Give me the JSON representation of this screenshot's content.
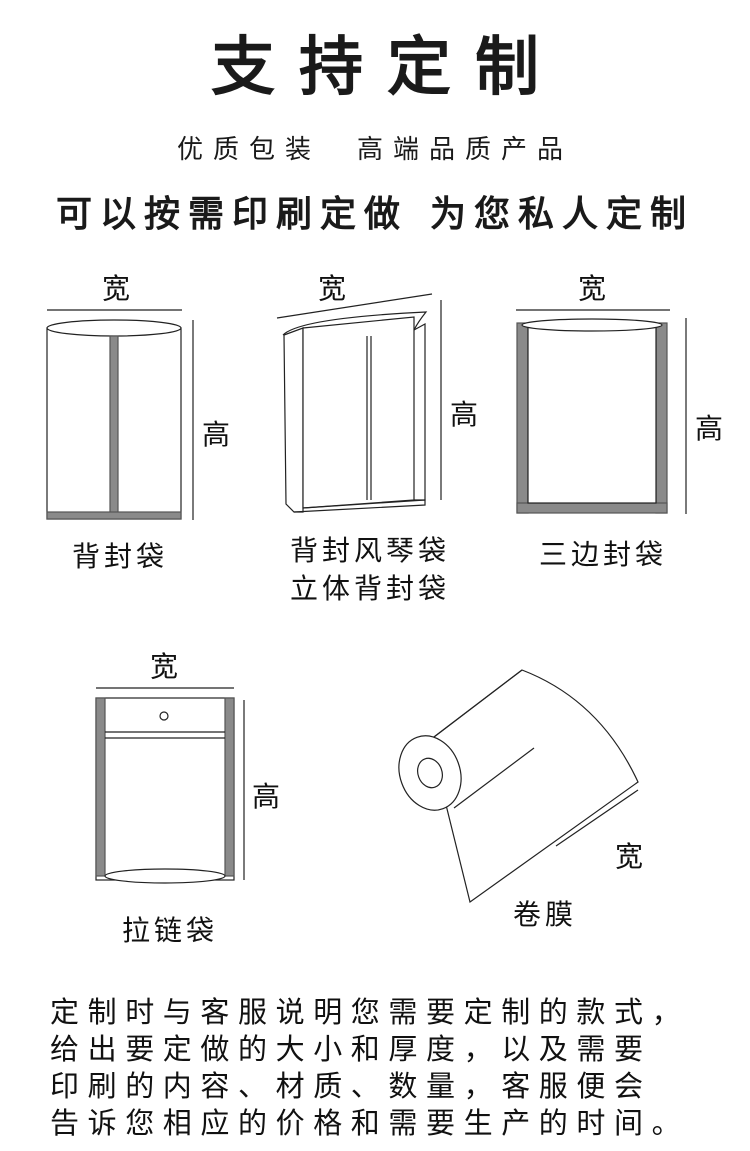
{
  "header": {
    "title": "支持定制",
    "subtitle_left": "优质包装",
    "subtitle_right": "高端品质产品",
    "slogan_left": "可以按需印刷定做",
    "slogan_right": "为您私人定制"
  },
  "dimension_labels": {
    "width": "宽",
    "height": "高"
  },
  "bags": {
    "back_seal": "背封袋",
    "gusset_line1": "背封风琴袋",
    "gusset_line2": "立体背封袋",
    "three_side": "三边封袋",
    "zipper": "拉链袋",
    "film_roll": "卷膜"
  },
  "description": [
    "定制时与客服说明您需要定制的款式，",
    "给出要定做的大小和厚度，以及需要",
    "印刷的内容、材质、数量，客服便会",
    "告诉您相应的价格和需要生产的时间。"
  ],
  "colors": {
    "text": "#111111",
    "seal": "#8a8a8a",
    "line": "#222222",
    "background": "#ffffff"
  }
}
